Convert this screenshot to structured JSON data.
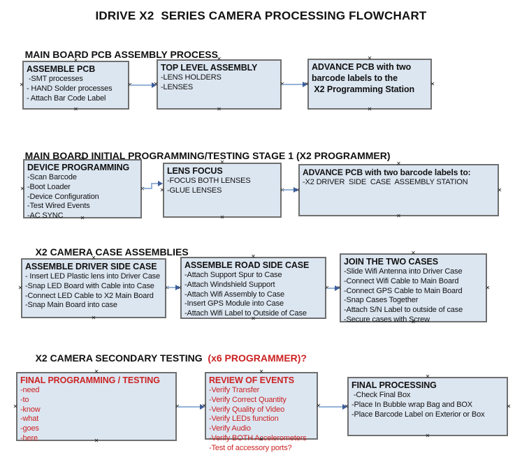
{
  "page_title": "IDRIVE X2  SERIES CAMERA PROCESSING FLOWCHART",
  "colors": {
    "box_fill": "#dce6f1",
    "box_border": "#6f6f6f",
    "arrow_line": "#95b3d7",
    "arrow_head": "#3c5d99",
    "accent_red": "#cc2222",
    "text": "#111111"
  },
  "sections": [
    {
      "heading": "MAIN BOARD PCB ASSEMBLY PROCESS",
      "boxes": [
        {
          "title": "ASSEMBLE PCB",
          "items": [
            " -SMT processes",
            "- HAND Solder processes",
            "- Attach Bar Code Label"
          ]
        },
        {
          "title": "TOP LEVEL ASSEMBLY",
          "items": [
            "-LENS HOLDERS",
            "-LENSES"
          ]
        },
        {
          "title": "ADVANCE PCB with two\nbarcode labels to the\n X2 Programming Station",
          "items": []
        }
      ]
    },
    {
      "heading": "MAIN BOARD INITIAL PROGRAMMING/TESTING STAGE 1 (X2 PROGRAMMER)",
      "boxes": [
        {
          "title": "DEVICE PROGRAMMING",
          "items": [
            "-Scan Barcode",
            "-Boot Loader",
            "-Device Configuration",
            "-Test Wired Events",
            "-AC SYNC"
          ]
        },
        {
          "title": "LENS FOCUS",
          "items": [
            "-FOCUS BOTH LENSES",
            "-GLUE LENSES"
          ]
        },
        {
          "title": "ADVANCE PCB with two barcode labels to:",
          "items": [
            "-X2 DRIVER  SIDE  CASE  ASSEMBLY STATION"
          ]
        }
      ]
    },
    {
      "heading": "X2 CAMERA CASE ASSEMBLIES",
      "boxes": [
        {
          "title": "ASSEMBLE DRIVER SIDE CASE",
          "items": [
            "- Insert LED Plastic lens into Driver Case",
            "-Snap LED Board with Cable into Case",
            "-Connect LED Cable to X2 Main Board",
            "-Snap Main Board into case"
          ]
        },
        {
          "title": "ASSEMBLE ROAD SIDE CASE",
          "items": [
            "-Attach Support Spur to Case",
            "-Attach Windshield Support",
            "-Attach Wifi Assembly to Case",
            "-Insert GPS Module into Case",
            "-Attach Wifi Label to Outside of Case"
          ]
        },
        {
          "title": "JOIN THE TWO CASES",
          "items": [
            "-Slide Wifi Antenna into Driver Case",
            "-Connect Wifi Cable to Main Board",
            "-Connect GPS Cable to Main Board",
            "-Snap Cases Together",
            "-Attach S/N Label to outside of case",
            "-Secure cases with Screw"
          ]
        }
      ]
    },
    {
      "heading": "X2 CAMERA SECONDARY TESTING  ",
      "heading_red": "(x6 PROGRAMMER)?",
      "boxes": [
        {
          "title": "FINAL PROGRAMMING / TESTING",
          "items": [
            "-need",
            "-to",
            "-know",
            "-what",
            "-goes",
            "-here"
          ]
        },
        {
          "title": "REVIEW OF EVENTS",
          "items": [
            "-Verify Transfer",
            "-Verify Correct Quantity",
            "-Verify Quality of Video",
            "-Verify LEDs function",
            "-Verify Audio",
            "-Verify BOTH Accelerometers",
            "-Test of accessory ports?"
          ]
        },
        {
          "title": "FINAL PROCESSING",
          "items": [
            " -Check Final Box",
            "-Place In Bubble wrap Bag and BOX",
            "-Place Barcode Label on Exterior or Box"
          ]
        }
      ]
    }
  ]
}
